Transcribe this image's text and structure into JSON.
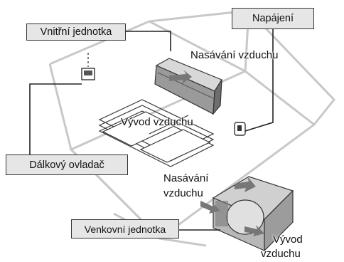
{
  "callouts": {
    "indoor_unit": "Vnitřní jednotka",
    "power_supply": "Napájení",
    "remote_controller": "Dálkový ovladač",
    "outdoor_unit": "Venkovní jednotka"
  },
  "airflow_labels": {
    "indoor_air_intake": "Nasávání vzduchu",
    "indoor_air_outlet": "Vývod vzduchu",
    "outdoor_air_intake_line1": "Nasávání",
    "outdoor_air_intake_line2": "vzduchu",
    "outdoor_air_outlet_line1": "Vývod",
    "outdoor_air_outlet_line2": "vzduchu"
  }
}
